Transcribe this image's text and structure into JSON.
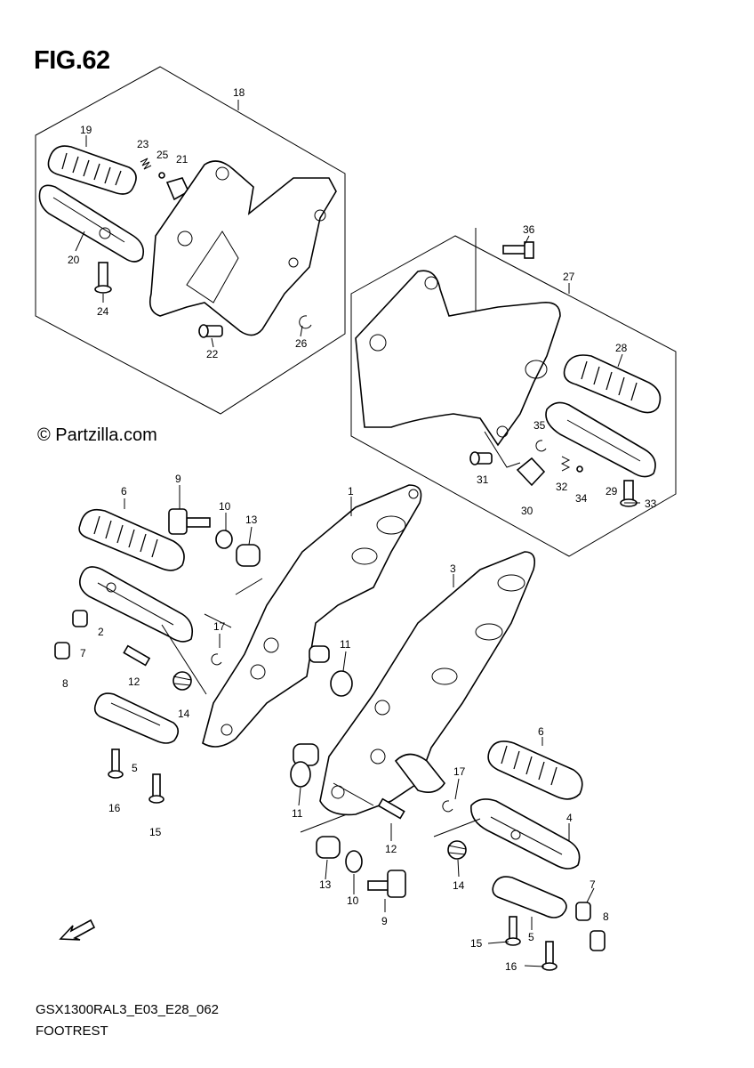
{
  "figure": {
    "title": "FIG.62",
    "copyright": "© Partzilla.com",
    "model_code": "GSX1300RAL3_E03_E28_062",
    "section_name": "FOOTREST"
  },
  "callouts": [
    {
      "id": "c18",
      "label": "18"
    },
    {
      "id": "c19",
      "label": "19"
    },
    {
      "id": "c23",
      "label": "23"
    },
    {
      "id": "c25",
      "label": "25"
    },
    {
      "id": "c21",
      "label": "21"
    },
    {
      "id": "c20",
      "label": "20"
    },
    {
      "id": "c24",
      "label": "24"
    },
    {
      "id": "c22",
      "label": "22"
    },
    {
      "id": "c26",
      "label": "26"
    },
    {
      "id": "c36",
      "label": "36"
    },
    {
      "id": "c27",
      "label": "27"
    },
    {
      "id": "c28",
      "label": "28"
    },
    {
      "id": "c35",
      "label": "35"
    },
    {
      "id": "c31",
      "label": "31"
    },
    {
      "id": "c32",
      "label": "32"
    },
    {
      "id": "c34",
      "label": "34"
    },
    {
      "id": "c29",
      "label": "29"
    },
    {
      "id": "c33",
      "label": "33"
    },
    {
      "id": "c30",
      "label": "30"
    },
    {
      "id": "c6a",
      "label": "6"
    },
    {
      "id": "c9a",
      "label": "9"
    },
    {
      "id": "c10a",
      "label": "10"
    },
    {
      "id": "c13a",
      "label": "13"
    },
    {
      "id": "c1",
      "label": "1"
    },
    {
      "id": "c3",
      "label": "3"
    },
    {
      "id": "c2",
      "label": "2"
    },
    {
      "id": "c7a",
      "label": "7"
    },
    {
      "id": "c8a",
      "label": "8"
    },
    {
      "id": "c12a",
      "label": "12"
    },
    {
      "id": "c17a",
      "label": "17"
    },
    {
      "id": "c11a",
      "label": "11"
    },
    {
      "id": "c14a",
      "label": "14"
    },
    {
      "id": "c5a",
      "label": "5"
    },
    {
      "id": "c16a",
      "label": "16"
    },
    {
      "id": "c15a",
      "label": "15"
    },
    {
      "id": "c6b",
      "label": "6"
    },
    {
      "id": "c17b",
      "label": "17"
    },
    {
      "id": "c4",
      "label": "4"
    },
    {
      "id": "c11b",
      "label": "11"
    },
    {
      "id": "c12b",
      "label": "12"
    },
    {
      "id": "c14b",
      "label": "14"
    },
    {
      "id": "c13b",
      "label": "13"
    },
    {
      "id": "c10b",
      "label": "10"
    },
    {
      "id": "c9b",
      "label": "9"
    },
    {
      "id": "c7b",
      "label": "7"
    },
    {
      "id": "c8b",
      "label": "8"
    },
    {
      "id": "c5b",
      "label": "5"
    },
    {
      "id": "c15b",
      "label": "15"
    },
    {
      "id": "c16b",
      "label": "16"
    }
  ],
  "icons": {
    "fwd_arrow": "forward-direction-arrow-icon"
  }
}
